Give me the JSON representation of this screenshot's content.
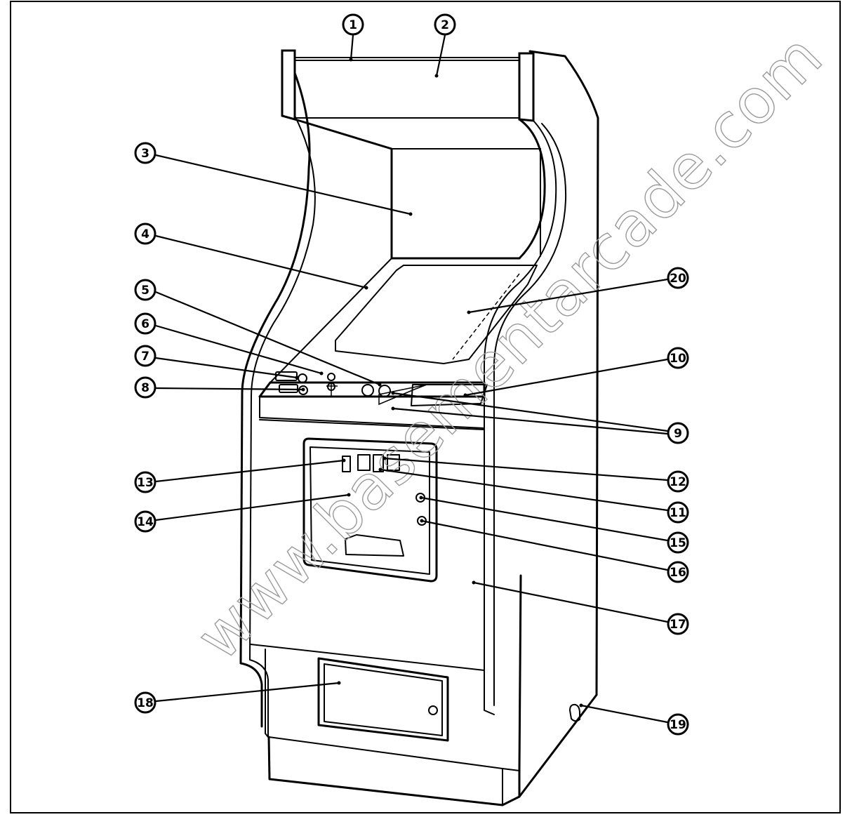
{
  "watermark": "www.basementarcade.com",
  "callouts": [
    {
      "label": "1"
    },
    {
      "label": "2"
    },
    {
      "label": "3"
    },
    {
      "label": "4"
    },
    {
      "label": "5"
    },
    {
      "label": "6"
    },
    {
      "label": "7"
    },
    {
      "label": "8"
    },
    {
      "label": "9"
    },
    {
      "label": "10"
    },
    {
      "label": "11"
    },
    {
      "label": "12"
    },
    {
      "label": "13"
    },
    {
      "label": "14"
    },
    {
      "label": "15"
    },
    {
      "label": "16"
    },
    {
      "label": "17"
    },
    {
      "label": "18"
    },
    {
      "label": "19"
    },
    {
      "label": "20"
    }
  ]
}
